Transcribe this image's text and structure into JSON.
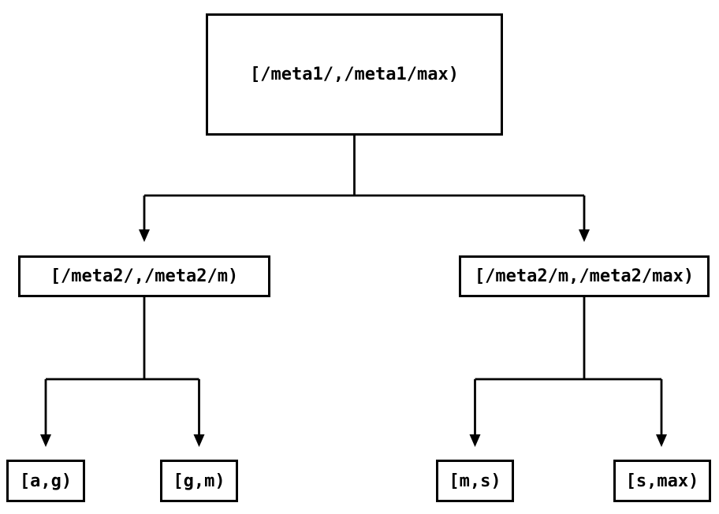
{
  "diagram": {
    "type": "tree",
    "colors": {
      "background": "#ffffff",
      "line": "#000000",
      "box_fill": "#ffffff",
      "text": "#000000"
    },
    "nodes": [
      {
        "id": "root",
        "label": "[/meta1/,/meta1/max)"
      },
      {
        "id": "meta2-low",
        "label": "[/meta2/,/meta2/m)"
      },
      {
        "id": "meta2-high",
        "label": "[/meta2/m,/meta2/max)"
      },
      {
        "id": "leaf-a-g",
        "label": "[a,g)"
      },
      {
        "id": "leaf-g-m",
        "label": "[g,m)"
      },
      {
        "id": "leaf-m-s",
        "label": "[m,s)"
      },
      {
        "id": "leaf-s-max",
        "label": "[s,max)"
      }
    ],
    "edges": [
      {
        "from": "root",
        "to": "meta2-low"
      },
      {
        "from": "root",
        "to": "meta2-high"
      },
      {
        "from": "meta2-low",
        "to": "leaf-a-g"
      },
      {
        "from": "meta2-low",
        "to": "leaf-g-m"
      },
      {
        "from": "meta2-high",
        "to": "leaf-m-s"
      },
      {
        "from": "meta2-high",
        "to": "leaf-s-max"
      }
    ]
  }
}
